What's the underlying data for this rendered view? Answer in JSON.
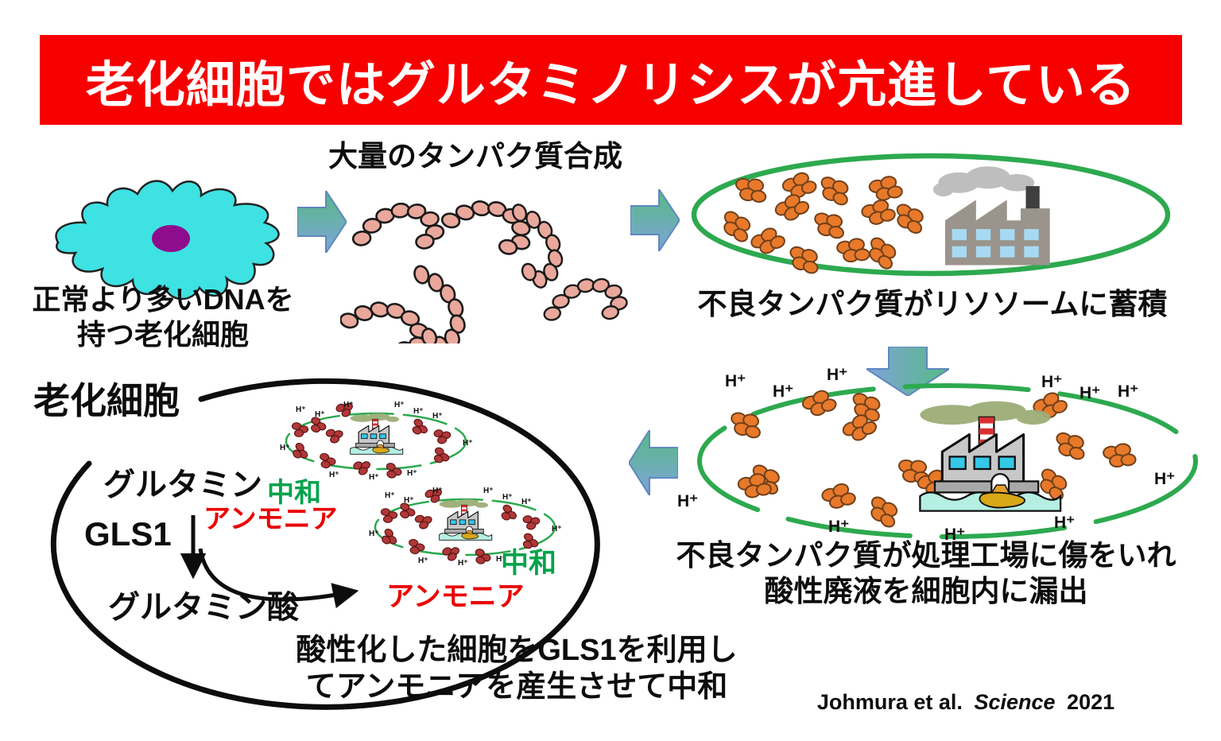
{
  "banner": {
    "title": "老化細胞ではグルタミノリシスが亢進している"
  },
  "flow": {
    "cell_label_line1": "正常より多いDNAを",
    "cell_label_line2": "持つ老化細胞",
    "synthesis_label": "大量のタンパク質合成",
    "accumulation_label": "不良タンパク質がリソソームに蓄積",
    "damage_label_line1": "不良タンパク質が処理工場に傷をいれ",
    "damage_label_line2": "酸性廃液を細胞内に漏出"
  },
  "cell_diagram": {
    "title": "老化細胞",
    "glutamine_label": "グルタミン",
    "gls1_label": "GLS1",
    "glutamate_label": "グルタミン酸",
    "neutralize_label": "中和",
    "ammonia_label": "アンモニア",
    "caption_line1": "酸性化した細胞をGLS1を利用し",
    "caption_line2": "てアンモニアを産生させて中和"
  },
  "labels": {
    "hplus": "H⁺"
  },
  "citation": {
    "authors": "Johmura et al.",
    "journal": "Science",
    "year": "2021"
  },
  "icons": {
    "senescent-cell-icon": "cyan amoeba-shaped cell with purple nucleus",
    "protein-chains-icon": "pink bead chains (newly synthesized proteins)",
    "right-arrow-icon": "green-to-blue gradient block arrow",
    "down-arrow-icon": "green-to-blue gradient block arrow",
    "left-arrow-icon": "green-to-blue gradient block arrow",
    "lysosome-icon": "green ellipse with orange misfolded proteins and factory",
    "factory-icon": "gray factory with smoke",
    "damaged-factory-icon": "factory with striped chimney leaking acidic waste",
    "mini-lysosome-icon": "small dashed green ellipse with H+ and damaged factory"
  },
  "colors": {
    "banner_red": "#F70000",
    "banner_text": "#FFFFFF",
    "membrane_green": "#2DA94F",
    "orange_protein": "#E8792A",
    "pink_protein": "#E9A89B",
    "dark_red_protein": "#B03838",
    "cell_cyan": "#3EE2E2",
    "nucleus_purple": "#8E0C8E",
    "neutralize_green": "#00A34A",
    "ammonia_red": "#EA0000",
    "arrow_green": "#55BB83",
    "arrow_blue": "#7FA3DA",
    "water_cyan": "#B5EFE3",
    "sludge_yellow": "#D8A818",
    "black_outline": "#0d0d0d"
  }
}
